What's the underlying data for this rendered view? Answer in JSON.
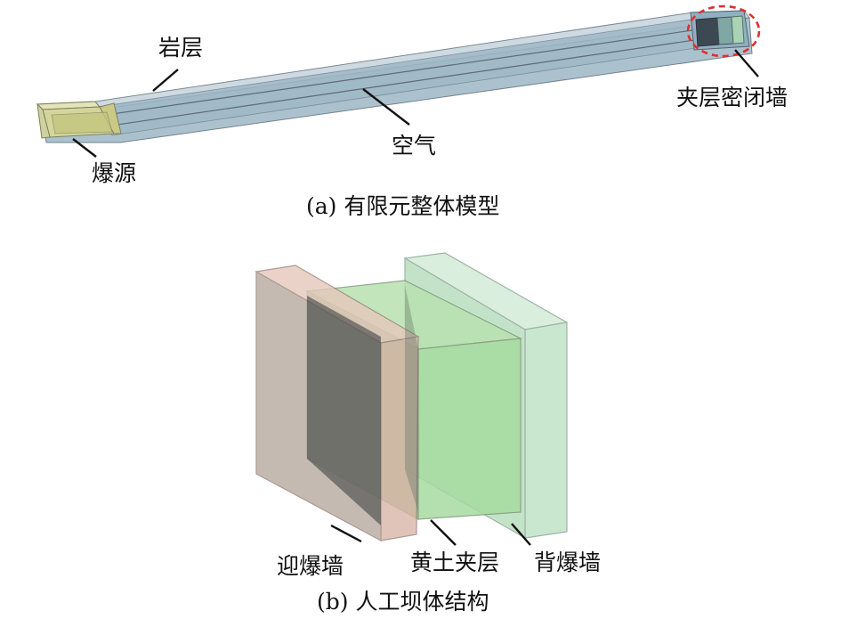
{
  "part_a": {
    "caption": "(a) 有限元整体模型",
    "labels": {
      "rock": "岩层",
      "air": "空气",
      "source": "爆源",
      "wall": "夹层密闭墙"
    }
  },
  "part_b": {
    "caption": "(b) 人工坝体结构",
    "labels": {
      "front_wall": "迎爆墙",
      "loess_layer": "黄土夹层",
      "back_wall": "背爆墙"
    }
  },
  "colors": {
    "tunnel_fill": "#a7bfcc",
    "source_fill": "#d6d89a",
    "front_wall": "#d9b6a8",
    "loess_layer": "#a6dba0",
    "back_wall": "#bfe3c6",
    "highlight": "#e03030"
  }
}
